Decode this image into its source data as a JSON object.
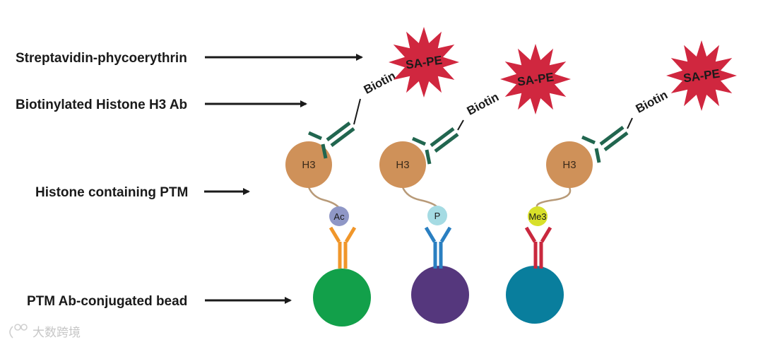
{
  "labels": {
    "sape": "Streptavidin-phycoerythrin",
    "biotin_ab": "Biotinylated Histone H3 Ab",
    "histone_ptm": "Histone containing PTM",
    "bead": "PTM Ab-conjugated bead"
  },
  "complexes": [
    {
      "histone": "H3",
      "ptm": "Ac",
      "biotin": "Biotin",
      "reporter": "SA-PE",
      "ptm_color": "#8f97c6",
      "ab_color": "#f0962a",
      "bead_color": "#12a04a"
    },
    {
      "histone": "H3",
      "ptm": "P",
      "biotin": "Biotin",
      "reporter": "SA-PE",
      "ptm_color": "#a5dbe3",
      "ab_color": "#2a7fc1",
      "bead_color": "#55377d"
    },
    {
      "histone": "H3",
      "ptm": "Me3",
      "biotin": "Biotin",
      "reporter": "SA-PE",
      "ptm_color": "#d8e02a",
      "ab_color": "#c9283e",
      "bead_color": "#097e9d"
    }
  ],
  "colors": {
    "histone": "#cf9159",
    "detection_ab": "#21664f",
    "reporter": "#d0273f",
    "arrow": "#1a1a1a"
  },
  "watermark": "大数跨境"
}
